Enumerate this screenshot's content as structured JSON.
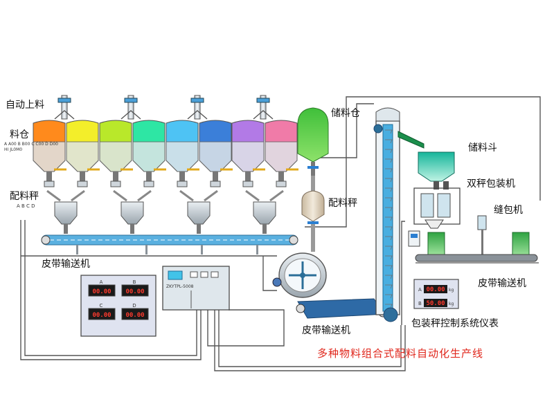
{
  "labels": {
    "auto_feed": "自动上料",
    "silo": "料仓",
    "batch_scale": "配料秤",
    "batch_scale_abcd": "A B C D",
    "storage_silo": "储料仓",
    "batch_scale_mid": "配料秤",
    "storage_hopper": "储料斗",
    "double_scale_packer": "双秤包装机",
    "sewing_machine": "缝包机",
    "belt_conveyor_left": "皮带输送机",
    "belt_conveyor_mid": "皮带输送机",
    "belt_conveyor_right": "皮带输送机",
    "packing_controller": "包装秤控制系统仪表",
    "title": "多种物料组合式配料自动化生产线",
    "cabinet_model": "ZKYTPL-5008",
    "scale_plate": "A A00 B B00 C C00 D D00",
    "scale_plate2": "HI JL0M0"
  },
  "display": {
    "letters": [
      "A",
      "B",
      "C",
      "D"
    ],
    "values": [
      "00.00",
      "00.00",
      "00.00",
      "00.00"
    ],
    "pack_letters": [
      "A",
      "B"
    ],
    "pack_values": [
      "00.00",
      "50.00"
    ],
    "pack_unit": "kg"
  },
  "colors": {
    "silo_tops": [
      "#ff8a1c",
      "#f3ee2a",
      "#b9e82a",
      "#2ee6a4",
      "#4ec3f4",
      "#3b7fd9",
      "#b27ae6",
      "#f07ba8"
    ],
    "pipe": "#4a4a4a",
    "accent_red": "#e0261b",
    "storage_green": "#6fd13a"
  }
}
